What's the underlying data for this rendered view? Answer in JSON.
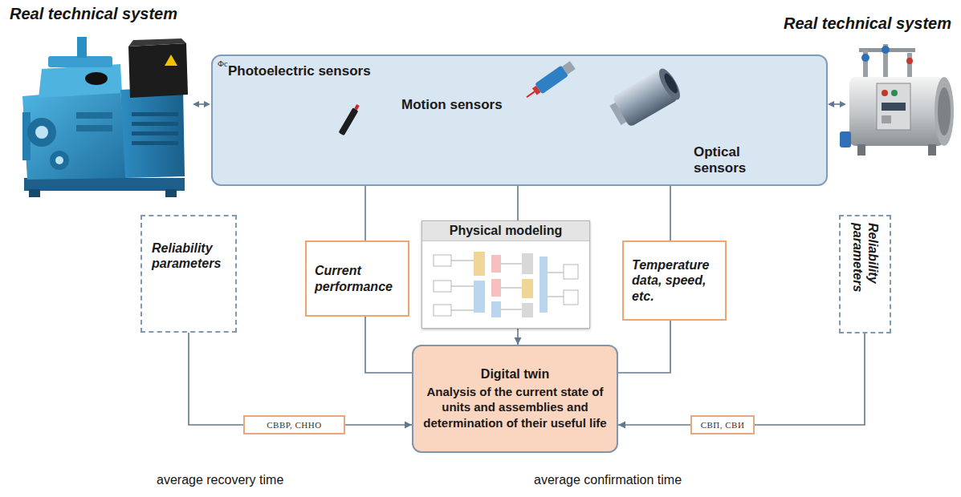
{
  "diagram": {
    "nodes": [
      {
        "text": [
          "Фс",
          "Photoelectric sensors",
          "Motion sensors",
          "Optical sensors"
        ]
      },
      {
        "text": [
          "Reliability parameters"
        ]
      },
      {
        "text": [
          "Current performance"
        ]
      },
      {
        "text": [
          "Physical modeling"
        ]
      },
      {
        "text": [
          "Temperature data, speed, etc."
        ]
      },
      {
        "text": [
          "Reliability parameters"
        ]
      },
      {
        "text": [
          "Digital twin",
          "Analysis of the current state of units and assemblies and determination of their useful life"
        ]
      },
      {
        "text": [
          "СВВР, СННО"
        ]
      },
      {
        "text": [
          "СВП, СВИ"
        ]
      }
    ],
    "edges": [
      {
        "from": 0,
        "to": 2,
        "arrow": "none"
      },
      {
        "from": 0,
        "to": 3,
        "arrow": "none"
      },
      {
        "from": 0,
        "to": 4,
        "arrow": "none"
      },
      {
        "from": 3,
        "to": 6,
        "arrow": "to"
      },
      {
        "from": 2,
        "to": 6,
        "arrow": "none"
      },
      {
        "from": 4,
        "to": 6,
        "arrow": "none"
      },
      {
        "from": 1,
        "to": 7,
        "arrow": "none"
      },
      {
        "from": 7,
        "to": 6,
        "arrow": "to"
      },
      {
        "from": 5,
        "to": 8,
        "arrow": "none"
      },
      {
        "from": 8,
        "to": 6,
        "arrow": "to"
      }
    ],
    "labels": [
      "Real technical system",
      "Real technical system",
      "average recovery time",
      "average confirmation time"
    ]
  }
}
